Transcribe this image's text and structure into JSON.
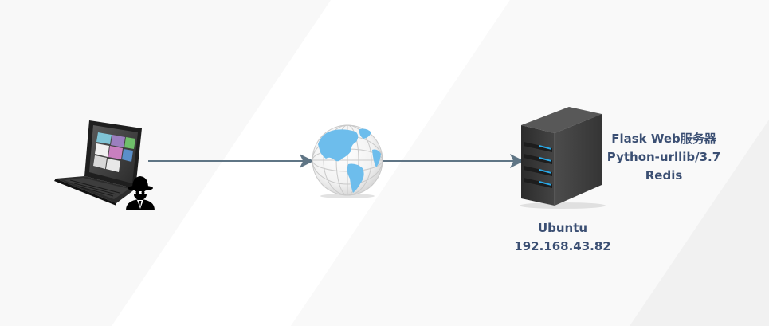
{
  "colors": {
    "label": "#3b4f73",
    "arrow": "#5f7585",
    "globe_land": "#6dbdec",
    "server_led": "#29a9e8",
    "server_body": "#3a3a3a",
    "background": "#f3f3f3"
  },
  "nodes": {
    "attacker": {
      "icons": [
        "laptop-icon",
        "hacker-icon"
      ]
    },
    "internet": {
      "icons": [
        "globe-icon"
      ]
    },
    "server": {
      "icons": [
        "server-icon"
      ],
      "os": "Ubuntu",
      "ip": "192.168.43.82",
      "services": [
        "Flask Web服务器",
        "Python-urllib/3.7",
        "Redis"
      ]
    }
  },
  "edges": [
    {
      "from": "attacker",
      "to": "internet"
    },
    {
      "from": "internet",
      "to": "server"
    }
  ]
}
